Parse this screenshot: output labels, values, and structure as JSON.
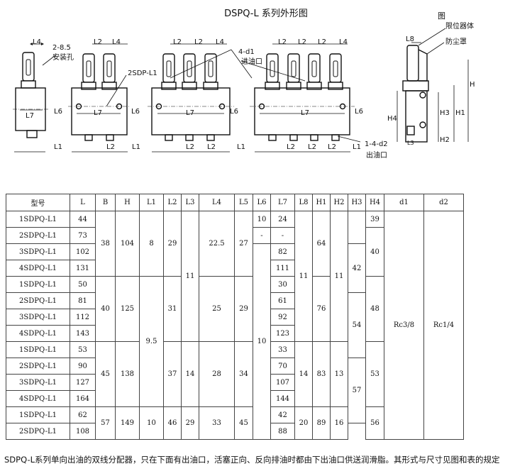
{
  "title": "DSPQ-L 系列外形图",
  "drawing": {
    "fig_label": "图",
    "labels": {
      "l4": "L4",
      "l2": "L2",
      "l6": "L6",
      "l7": "L7",
      "l1": "L1",
      "l8": "L8",
      "h": "H",
      "h1": "H1",
      "h2": "H2",
      "h3": "H3",
      "h4": "H4",
      "hole_size": "2-8.5",
      "mount_hole": "安装孔",
      "model_tag": "2SDP-L1",
      "inlet_count": "4-d1",
      "inlet": "进油口",
      "outlet_count": "1-4-d2",
      "outlet": "出油口",
      "limiter": "限位器体",
      "dust_cover": "防尘罩",
      "l3": "L3"
    }
  },
  "table": {
    "headers": [
      "型号",
      "L",
      "B",
      "H",
      "L1",
      "L2",
      "L3",
      "L4",
      "L5",
      "L6",
      "L7",
      "L8",
      "H1",
      "H2",
      "H3",
      "H4",
      "d1",
      "d2"
    ],
    "models": [
      "1SDPQ-L1",
      "2SDPQ-L1",
      "3SDPQ-L1",
      "4SDPQ-L1",
      "1SDPQ-L1",
      "2SDPQ-L1",
      "3SDPQ-L1",
      "4SDPQ-L1",
      "1SDPQ-L1",
      "2SDPQ-L1",
      "3SDPQ-L1",
      "4SDPQ-L1",
      "1SDPQ-L1",
      "2SDPQ-L1"
    ],
    "L": [
      "44",
      "73",
      "102",
      "131",
      "50",
      "81",
      "112",
      "143",
      "53",
      "90",
      "127",
      "164",
      "62",
      "108"
    ],
    "B": [
      "38",
      "40",
      "45",
      "57"
    ],
    "H": [
      "104",
      "125",
      "138",
      "149"
    ],
    "L1": [
      "8",
      "9.5",
      "10"
    ],
    "L2": [
      "29",
      "31",
      "37",
      "46"
    ],
    "L3": [
      "11",
      "14",
      "29"
    ],
    "L4": [
      "22.5",
      "25",
      "28",
      "33"
    ],
    "L5": [
      "27",
      "29",
      "34",
      "45"
    ],
    "L6": [
      "10",
      "-",
      "10"
    ],
    "L7": [
      "24",
      "-",
      "82",
      "111",
      "30",
      "61",
      "92",
      "123",
      "33",
      "70",
      "107",
      "144",
      "42",
      "88"
    ],
    "L8": [
      "11",
      "14",
      "20"
    ],
    "H1": [
      "64",
      "76",
      "83",
      "89"
    ],
    "H2": [
      "11",
      "13",
      "16"
    ],
    "H3": [
      "42",
      "54",
      "57"
    ],
    "H4": [
      "39",
      "40",
      "48",
      "53",
      "56"
    ],
    "d1": "Rc3/8",
    "d2": "Rc1/4"
  },
  "note": "SDPQ-L系列单向出油的双线分配器，只在下面有出油口，活塞正向、反向排油时都由下出油口供送润滑脂。其形式与尺寸见图和表的规定"
}
